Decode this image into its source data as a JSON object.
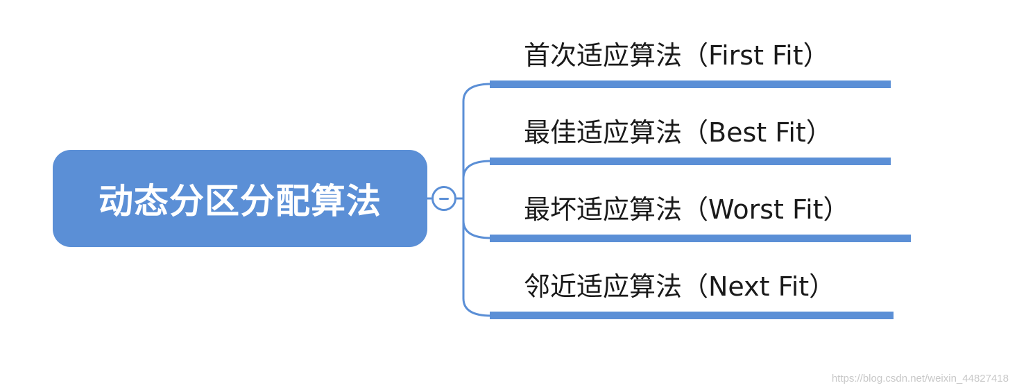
{
  "root": {
    "label": "动态分区分配算法"
  },
  "branches": [
    {
      "label": "首次适应算法（First Fit）"
    },
    {
      "label": "最佳适应算法（Best Fit）"
    },
    {
      "label": "最坏适应算法（Worst Fit）"
    },
    {
      "label": "邻近适应算法（Next Fit）"
    }
  ],
  "watermark": "https://blog.csdn.net/weixin_44827418",
  "colors": {
    "accent": "#5b8fd6",
    "text": "#1a1a1a",
    "root_text": "#ffffff"
  }
}
